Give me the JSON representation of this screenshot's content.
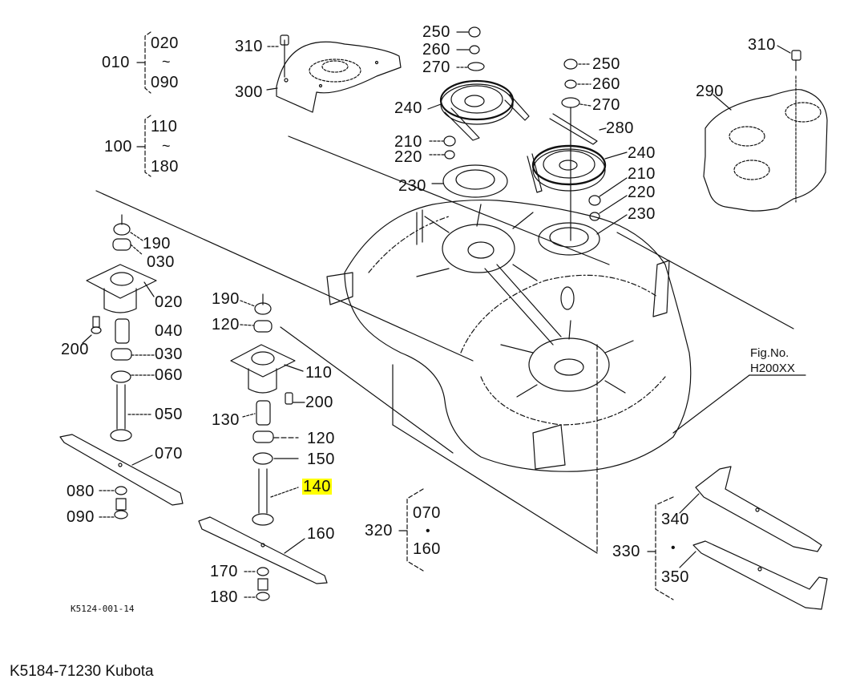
{
  "diagram": {
    "title": "Mower deck exploded parts diagram",
    "figure": {
      "line1": "Fig.No.",
      "line2": "H200XX"
    },
    "drawing_number": "K5124-001-14",
    "caption": "K5184-71230 Kubota",
    "highlight_color": "#ffff00",
    "highlighted_part": "140",
    "groups": {
      "g010": {
        "ref": "010",
        "from": "020",
        "to": "090",
        "sep": "~"
      },
      "g100": {
        "ref": "100",
        "from": "110",
        "to": "180",
        "sep": "~"
      },
      "g320": {
        "ref": "320",
        "items": [
          "070",
          "160"
        ],
        "sep": "•"
      },
      "g330": {
        "ref": "330",
        "items": [
          "340",
          "350"
        ],
        "sep": "•"
      }
    },
    "labels": {
      "p310a": "310",
      "p300": "300",
      "p250a": "250",
      "p260a": "260",
      "p270a": "270",
      "p240a": "240",
      "p210a": "210",
      "p220a": "220",
      "p230a": "230",
      "p250b": "250",
      "p260b": "260",
      "p270b": "270",
      "p280": "280",
      "p240b": "240",
      "p210b": "210",
      "p220b": "220",
      "p230b": "230",
      "p310b": "310",
      "p290": "290",
      "l190": "190",
      "l030a": "030",
      "l020": "020",
      "l040": "040",
      "l200": "200",
      "l030b": "030",
      "l060": "060",
      "l050": "050",
      "l070": "070",
      "l080": "080",
      "l090": "090",
      "r190": "190",
      "r120a": "120",
      "r110": "110",
      "r200": "200",
      "r130": "130",
      "r120b": "120",
      "r150": "150",
      "r140": "140",
      "r160": "160",
      "r170": "170",
      "r180": "180"
    }
  }
}
